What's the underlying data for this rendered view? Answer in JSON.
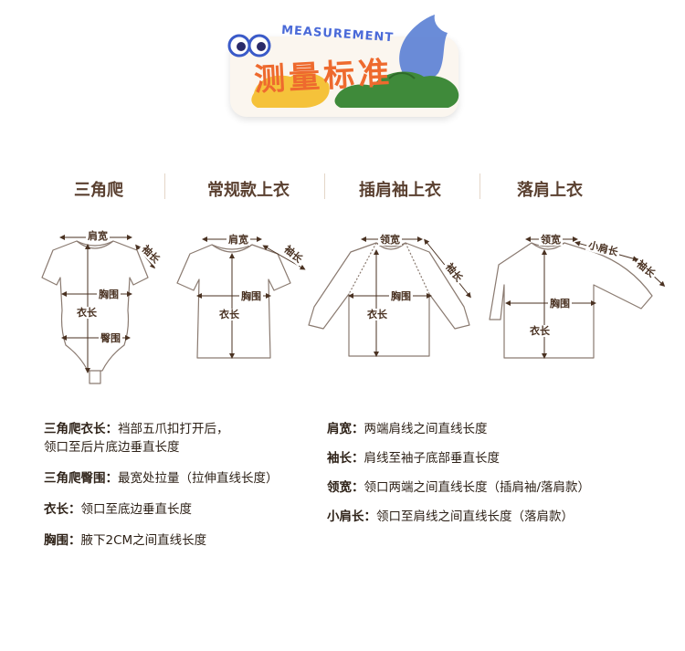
{
  "header": {
    "subtitle": "MEASUREMENT",
    "title": "测量标准"
  },
  "categories": [
    "三角爬",
    "常规款上衣",
    "插肩袖上衣",
    "落肩上衣"
  ],
  "garment_labels": {
    "romper": {
      "shoulder": "肩宽",
      "sleeve": "袖长",
      "chest": "胸围",
      "length": "衣长",
      "hip": "臀围"
    },
    "regular": {
      "shoulder": "肩宽",
      "sleeve": "袖长",
      "chest": "胸围",
      "length": "衣长"
    },
    "raglan": {
      "collar": "领宽",
      "sleeve": "袖长",
      "chest": "胸围",
      "length": "衣长"
    },
    "dropped": {
      "collar": "领宽",
      "small_shoulder": "小肩长",
      "sleeve": "袖长",
      "chest": "胸围",
      "length": "衣长"
    }
  },
  "definitions_left": [
    {
      "term": "三角爬衣长：",
      "desc": "裆部五爪扣打开后，",
      "desc2": "领口至后片底边垂直长度"
    },
    {
      "term": "三角爬臀围：",
      "desc": "最宽处拉量（拉伸直线长度）"
    },
    {
      "term": "衣长：",
      "desc": "领口至底边垂直长度"
    },
    {
      "term": "胸围：",
      "desc": "腋下2CM之间直线长度"
    }
  ],
  "definitions_right": [
    {
      "term": "肩宽：",
      "desc": "两端肩线之间直线长度"
    },
    {
      "term": "袖长：",
      "desc": "肩线至袖子底部垂直长度"
    },
    {
      "term": "领宽：",
      "desc": "领口两端之间直线长度（插肩袖/落肩款）"
    },
    {
      "term": "小肩长：",
      "desc": "领口至肩线之间直线长度（落肩款）"
    }
  ],
  "colors": {
    "title": "#ee6a2e",
    "subtitle": "#4a6ad8",
    "text": "#3a2a1c",
    "outline": "#7a6a60"
  }
}
